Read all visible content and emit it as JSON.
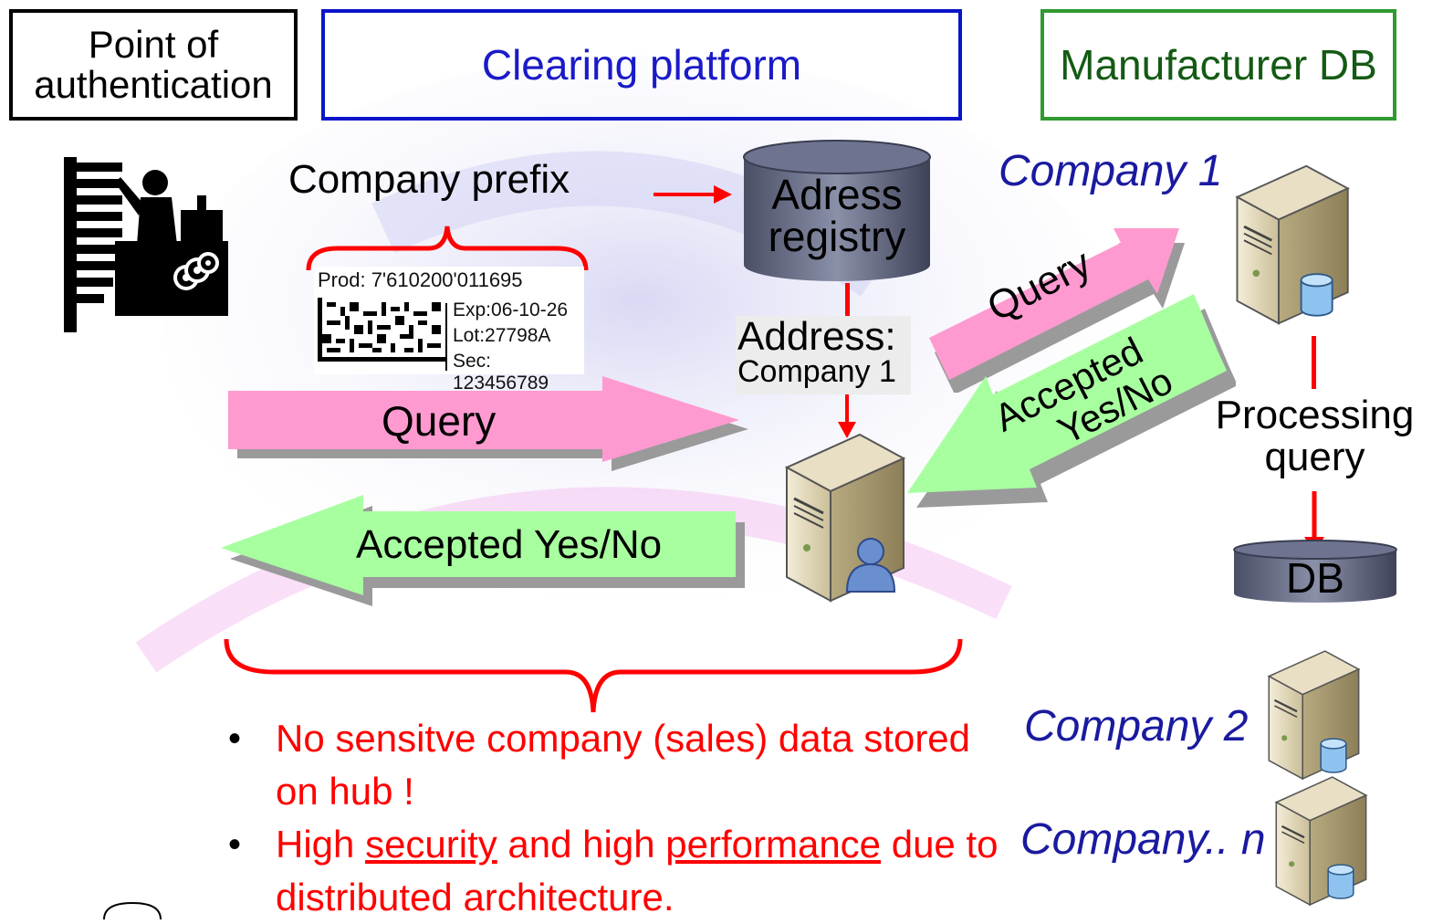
{
  "headers": {
    "auth": [
      "Point of",
      "authentication"
    ],
    "clearing": "Clearing platform",
    "manufacturer": "Manufacturer DB"
  },
  "company_prefix": "Company prefix",
  "address_registry": [
    "Adress",
    "registry"
  ],
  "barcode": {
    "prod": "Prod: 7'610200'011695",
    "exp": "Exp:06-10-26",
    "lot": "Lot:27798A",
    "sec": "Sec: 123456789"
  },
  "address": {
    "label": "Address:",
    "value": "Company 1"
  },
  "arrows": {
    "query_left": "Query",
    "accepted_left": "Accepted Yes/No",
    "query_right": "Query",
    "accepted_right": [
      "Accepted",
      "Yes/No"
    ]
  },
  "companies": {
    "c1": "Company 1",
    "c2": "Company 2",
    "cn": "Company.. n"
  },
  "processing": [
    "Processing",
    "query"
  ],
  "db_label": "DB",
  "bullets": {
    "b1": "No sensitve company (sales) data stored on hub !",
    "b2_pre": "High ",
    "b2_u1": "security",
    "b2_mid": " and high ",
    "b2_u2": "performance",
    "b2_post": " due to distributed architecture."
  },
  "colors": {
    "pink": "#ff9ad0",
    "green": "#a8ffa0",
    "red": "#ff0000",
    "blue": "#1a1aa0"
  }
}
